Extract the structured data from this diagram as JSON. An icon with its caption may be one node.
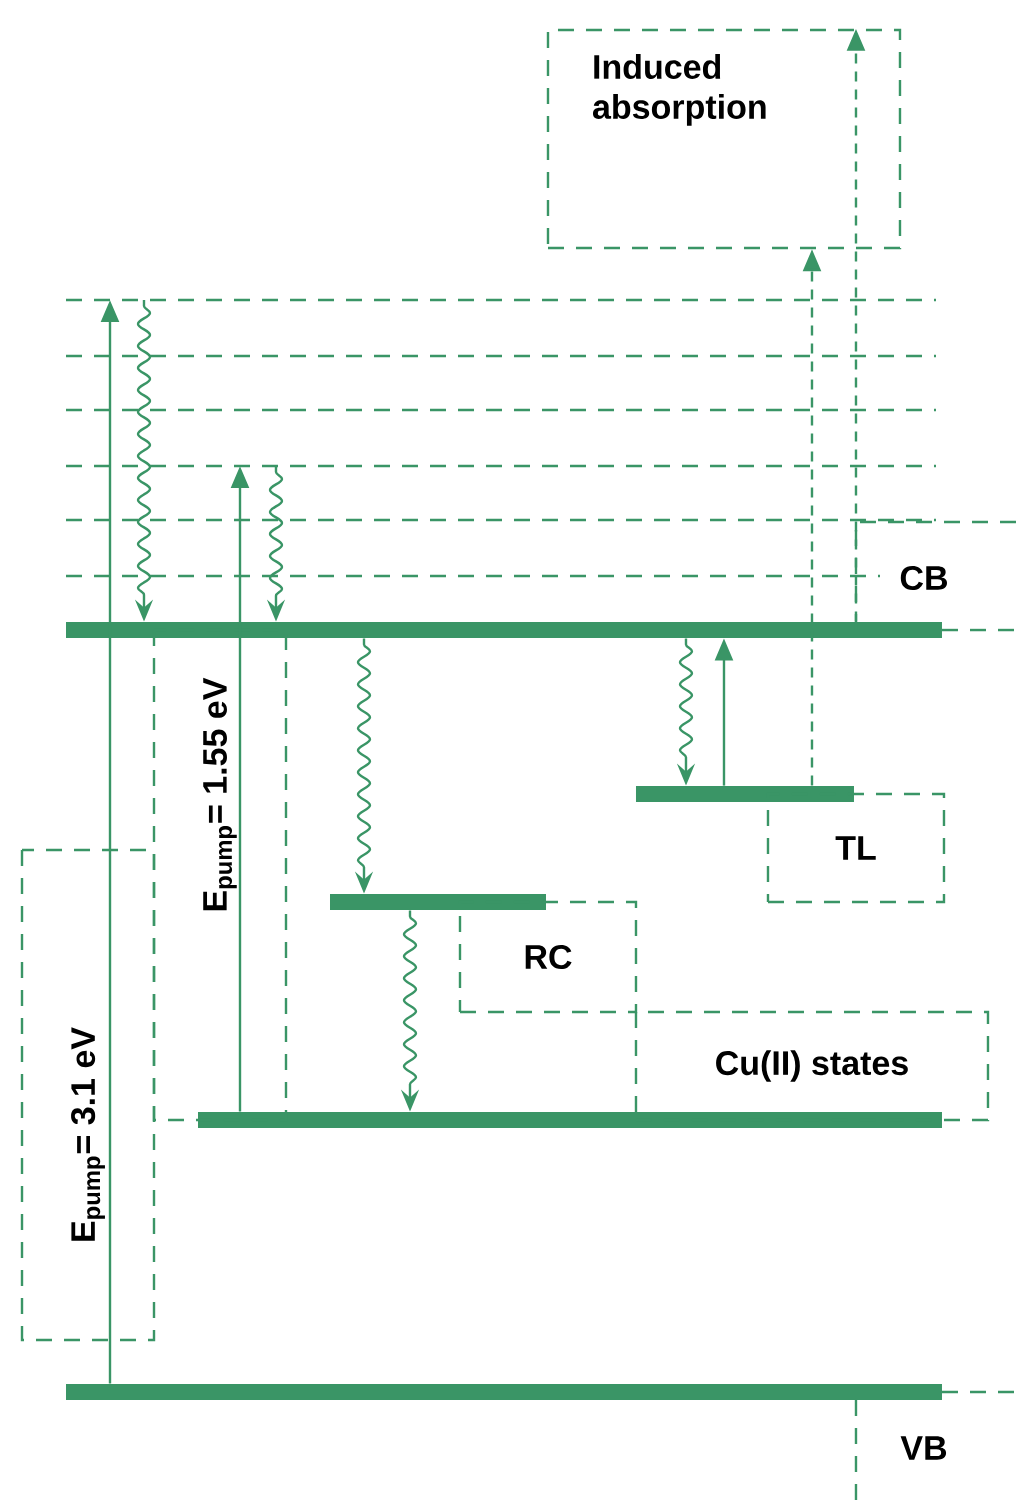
{
  "diagram": {
    "nodes": [
      {
        "text": [
          "Induced absorption"
        ]
      },
      {
        "text": [],
        "shape": "bar"
      },
      {
        "text": [
          "CB"
        ]
      },
      {
        "text": [],
        "shape": "bar"
      },
      {
        "text": [
          "TL"
        ]
      },
      {
        "text": [],
        "shape": "bar"
      },
      {
        "text": [
          "RC"
        ]
      },
      {
        "text": [],
        "shape": "bar"
      },
      {
        "text": [
          "Cu(II) states"
        ]
      },
      {
        "text": [],
        "shape": "bar"
      },
      {
        "text": [
          "VB"
        ]
      },
      {
        "text": [
          "E$_{pump}$= 1.55 eV"
        ]
      },
      {
        "text": [
          "E$_{pump}$= 3.1 eV"
        ]
      }
    ],
    "edges": [
      {
        "from": 9,
        "to": null,
        "arrow": "to"
      },
      {
        "from": null,
        "to": 1,
        "arrow": "to"
      },
      {
        "from": 7,
        "to": null,
        "arrow": "to"
      },
      {
        "from": null,
        "to": 1,
        "arrow": "to"
      },
      {
        "from": 1,
        "to": 5,
        "arrow": "to"
      },
      {
        "from": 5,
        "to": 7,
        "arrow": "to"
      },
      {
        "from": 1,
        "to": 3,
        "arrow": "to"
      },
      {
        "from": 3,
        "to": 1,
        "arrow": "to"
      },
      {
        "from": 3,
        "to": 0,
        "arrow": "to",
        "style": "dashed"
      },
      {
        "from": 1,
        "to": 0,
        "arrow": "to",
        "style": "dashed"
      }
    ]
  }
}
